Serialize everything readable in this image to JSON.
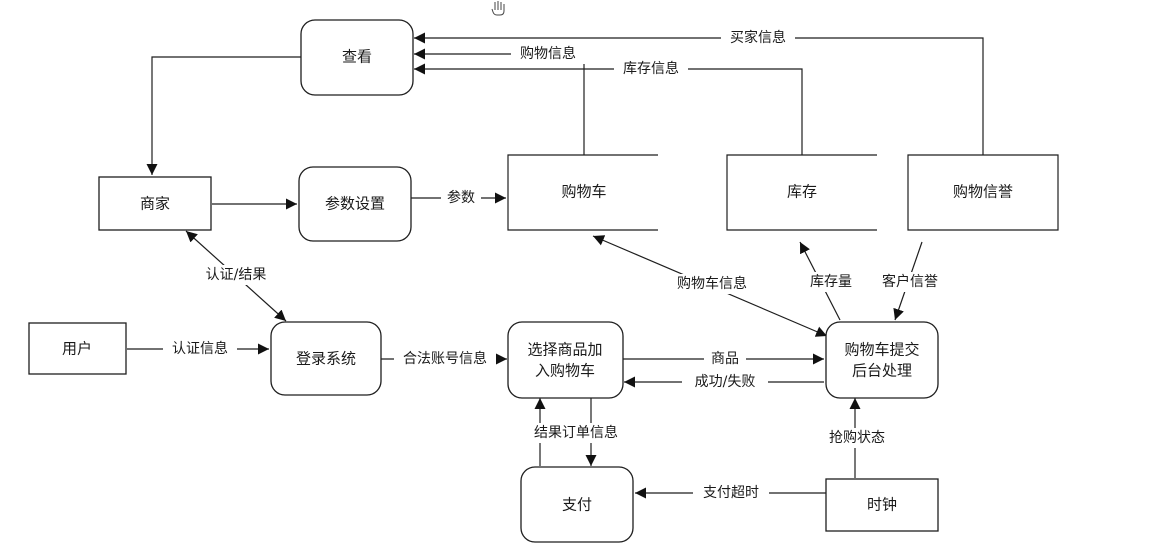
{
  "nodes": {
    "view": "查看",
    "merchant": "商家",
    "param_setting": "参数设置",
    "cart": "购物车",
    "inventory": "库存",
    "credit": "购物信誉",
    "user": "用户",
    "login": "登录系统",
    "select_line1": "选择商品加",
    "select_line2": "入购物车",
    "submit_line1": "购物车提交",
    "submit_line2": "后台处理",
    "pay": "支付",
    "clock": "时钟"
  },
  "edges": {
    "buyer_info": "买家信息",
    "cart_info_top": "购物信息",
    "stock_info": "库存信息",
    "params": "参数",
    "auth_result": "认证/结果",
    "auth_info": "认证信息",
    "legal_account": "合法账号信息",
    "cart_info": "购物车信息",
    "stock_amount": "库存量",
    "customer_credit": "客户信誉",
    "goods": "商品",
    "success_fail": "成功/失败",
    "order_result": "结果订单信息",
    "rush_status": "抢购状态",
    "pay_timeout": "支付超时"
  },
  "colors": {
    "line": "#1e1e1e",
    "background": "#ffffff"
  },
  "icons": {
    "cursor": "hand-cursor-icon"
  }
}
